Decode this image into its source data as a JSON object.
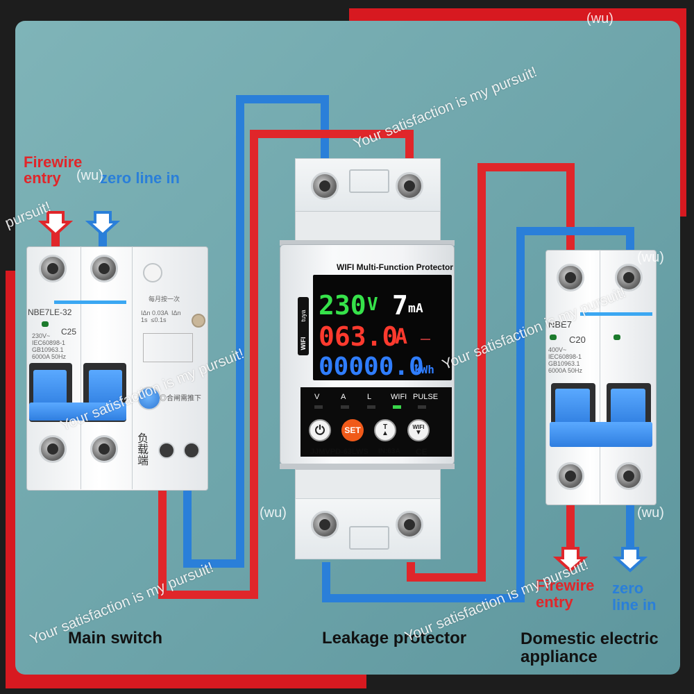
{
  "labels": {
    "firewire_in_left": "Firewire\nentry",
    "zero_in_left": "zero line in",
    "firewire_in_right": "Firewire\nentry",
    "zero_in_right": "zero\nline in",
    "main_switch": "Main switch",
    "leakage_protector": "Leakage protector",
    "domestic_appliance": "Domestic electric\nappliance"
  },
  "watermark": {
    "text": "Your satisfaction is my pursuit!",
    "fragment": "pursuit!",
    "tag": "(wu)"
  },
  "left_breaker": {
    "model": "NBE7LE-32",
    "rating": "C25",
    "spec_lines": [
      "230V~",
      "IEC60898-1",
      "GB10963.1",
      "6000A 50Hz"
    ],
    "rcd_spec": "IΔn 0.03A  IΔn\n1s  ≤0.1s",
    "rcd_note": "每月按一次",
    "test_note": "◎合闸需推下",
    "load_label": "负\n载\n端"
  },
  "right_breaker": {
    "model": "NBE7",
    "rating": "C20",
    "spec_lines": [
      "400V~",
      "IEC60898-1",
      "GB10963.1",
      "6000A 50Hz"
    ]
  },
  "protector": {
    "title": "WIFI Multi-Function Protector",
    "badge_wifi": "WIFI",
    "badge_tuya": "tuya",
    "voltage": "230",
    "voltage_unit": "V",
    "leakage": "7",
    "leakage_unit": "mA",
    "current": "063.0",
    "current_unit": "A",
    "energy": "00000.0",
    "energy_unit": "kWh",
    "indicators": [
      "V",
      "A",
      "L",
      "WIFI",
      "PULSE"
    ],
    "btn_set": "SET",
    "btn_t": "T",
    "btn_wifi": "WIFI",
    "model": "JJMVPD-63LWS",
    "rating": "IN:63A",
    "ce": "CE"
  },
  "colors": {
    "live_wire": "#e0262a",
    "neutral_wire": "#2a7fd9",
    "background": "#6da4aa",
    "lcd_voltage": "#36e24a",
    "lcd_current": "#ff3a2e",
    "lcd_energy": "#2f7dff"
  }
}
